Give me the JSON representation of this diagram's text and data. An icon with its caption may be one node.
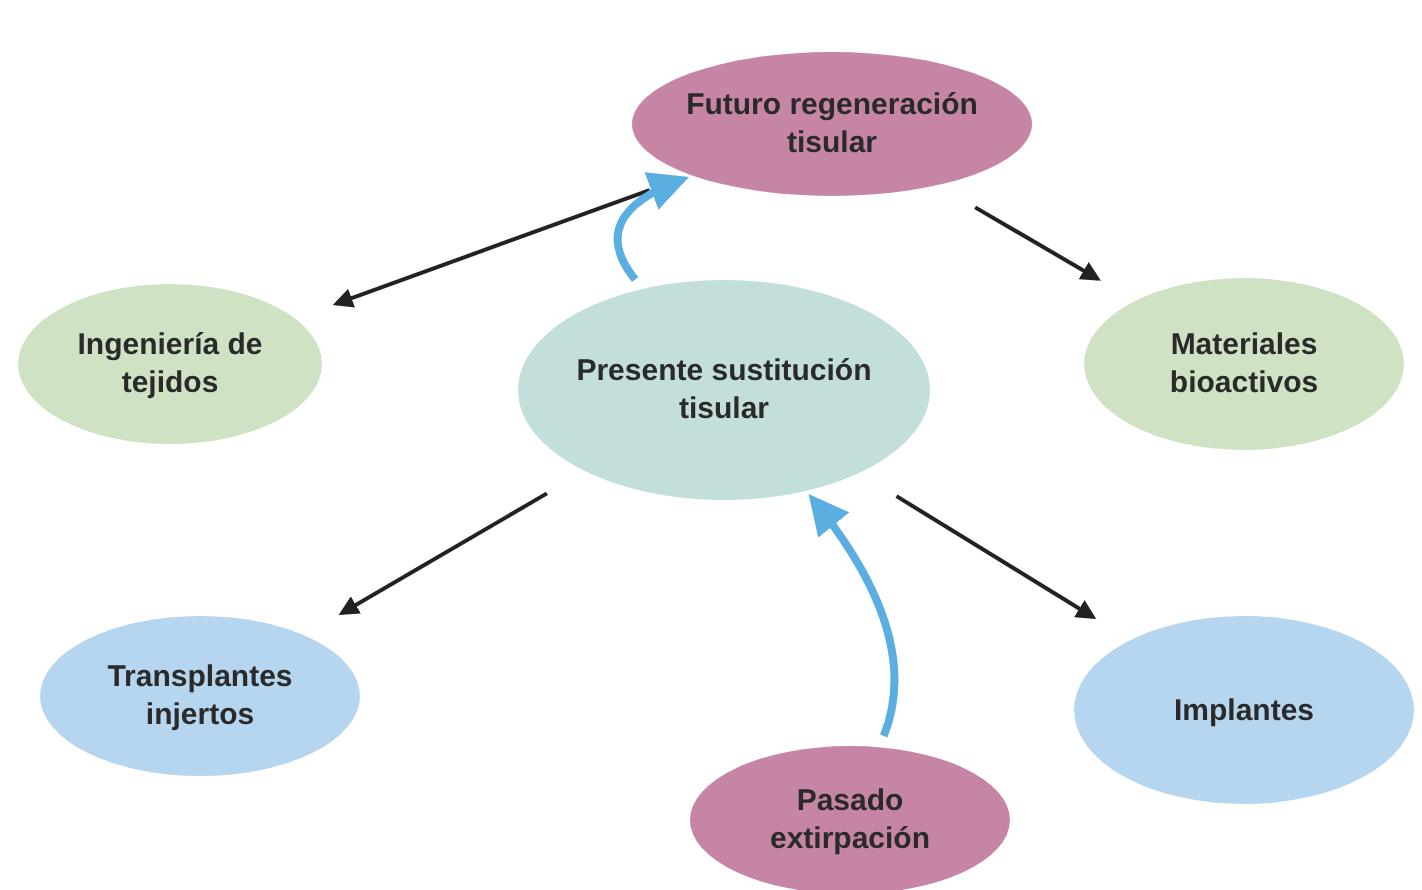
{
  "diagram": {
    "nodes": [
      {
        "text": [
          "Futuro regeneración tisular"
        ]
      },
      {
        "text": [
          "Ingeniería de tejidos"
        ]
      },
      {
        "text": [
          "Presente sustitución tisular"
        ]
      },
      {
        "text": [
          "Materiales bioactivos"
        ]
      },
      {
        "text": [
          "Transplantes injertos"
        ]
      },
      {
        "text": [
          "Implantes"
        ]
      },
      {
        "text": [
          "Pasado extirpación"
        ]
      }
    ],
    "edges": [
      {
        "from": 0,
        "to": 1,
        "arrow": "to"
      },
      {
        "from": 0,
        "to": 3,
        "arrow": "to"
      },
      {
        "from": 2,
        "to": 4,
        "arrow": "to"
      },
      {
        "from": 2,
        "to": 5,
        "arrow": "to"
      },
      {
        "from": 2,
        "to": 0,
        "arrow": "to",
        "color": "#5aaee0",
        "style": "thick"
      },
      {
        "from": 6,
        "to": 2,
        "arrow": "to",
        "color": "#5aaee0",
        "style": "thick"
      }
    ]
  }
}
